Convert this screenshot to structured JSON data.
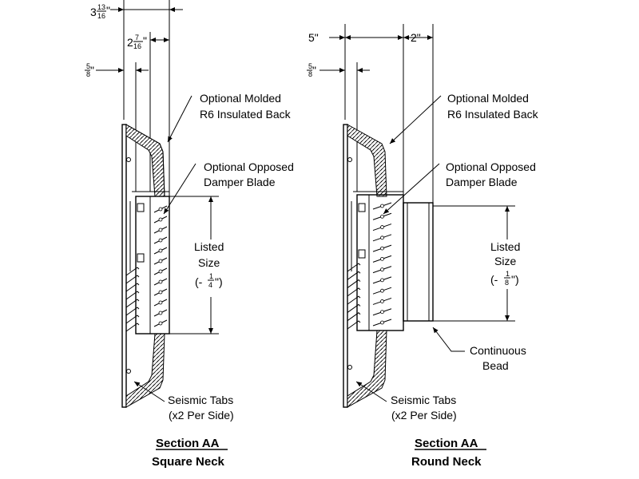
{
  "square": {
    "dim_top_whole": "3",
    "dim_top_num": "13",
    "dim_top_den": "16",
    "dim_top_inch": "\"",
    "dim_mid_whole": "2",
    "dim_mid_num": "7",
    "dim_mid_den": "16",
    "dim_mid_inch": "\"",
    "dim_small_num": "5",
    "dim_small_den": "8",
    "dim_small_inch": "\"",
    "callout_back_1": "Optional Molded",
    "callout_back_2": "R6 Insulated Back",
    "callout_damper_1": "Optional Opposed",
    "callout_damper_2": "Damper Blade",
    "size_1": "Listed",
    "size_2": "Size",
    "tol_prefix": "(-",
    "tol_num": "1",
    "tol_den": "4",
    "tol_suffix": "\")",
    "seismic_1": "Seismic Tabs",
    "seismic_2": "(x2 Per Side)",
    "title": "Section AA",
    "subtitle": "Square Neck"
  },
  "round": {
    "dim_left": "5\"",
    "dim_right": "2\"",
    "dim_small_num": "5",
    "dim_small_den": "8",
    "dim_small_inch": "\"",
    "callout_back_1": "Optional Molded",
    "callout_back_2": "R6 Insulated Back",
    "callout_damper_1": "Optional Opposed",
    "callout_damper_2": "Damper Blade",
    "size_1": "Listed",
    "size_2": "Size",
    "tol_prefix": "(-",
    "tol_num": "1",
    "tol_den": "8",
    "tol_suffix": "\")",
    "bead_1": "Continuous",
    "bead_2": "Bead",
    "seismic_1": "Seismic Tabs",
    "seismic_2": "(x2 Per Side)",
    "title": "Section AA",
    "subtitle": "Round Neck"
  }
}
